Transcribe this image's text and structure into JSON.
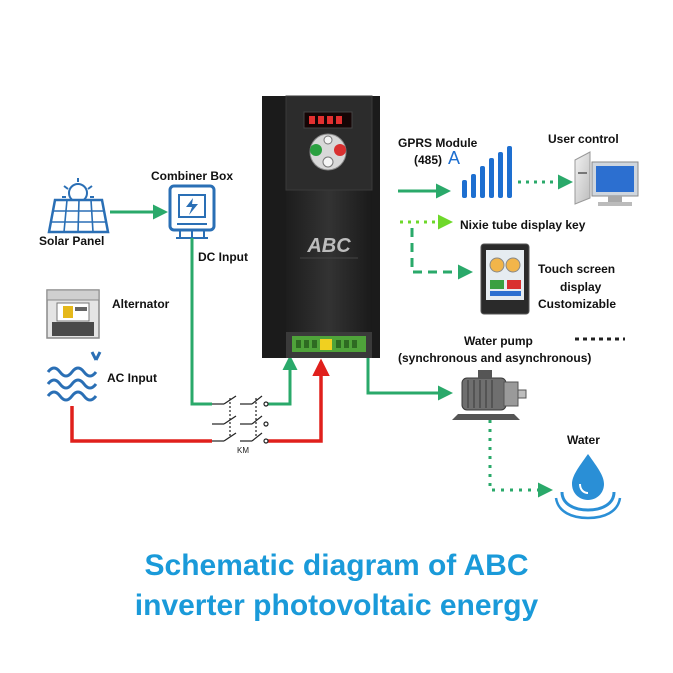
{
  "labels": {
    "solar_panel": "Solar Panel",
    "combiner_box": "Combiner Box",
    "dc_input": "DC Input",
    "alternator": "Alternator",
    "ac_input": "AC Input",
    "gprs_module": "GPRS Module",
    "gprs_code": "(485)",
    "gprs_letter": "A",
    "user_control": "User control",
    "nixie_key": "Nixie tube display  key",
    "touch_screen": "Touch screen",
    "touch_display": "display",
    "touch_custom": "Customizable",
    "water_pump": "Water pump",
    "pump_type": "(synchronous and asynchronous)",
    "water": "Water",
    "km": "KM",
    "brand": "ABC"
  },
  "caption": {
    "line1": "Schematic diagram of ABC",
    "line2": "inverter photovoltaic energy"
  },
  "colors": {
    "dc_line": "#2aa96a",
    "ac_line": "#e0201c",
    "caption": "#1a9ad9",
    "inverter_body": "#262626"
  }
}
